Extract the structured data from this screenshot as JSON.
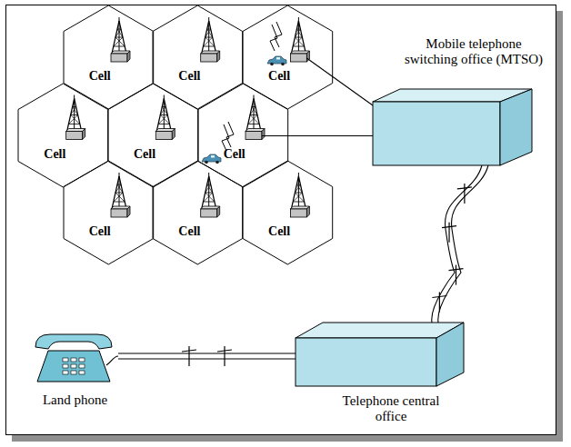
{
  "diagram": {
    "nodes": [
      {
        "text": [
          "Cell"
        ]
      },
      {
        "text": [
          "Cell"
        ]
      },
      {
        "text": [
          "Cell"
        ]
      },
      {
        "text": [
          "Cell"
        ]
      },
      {
        "text": [
          "Cell"
        ]
      },
      {
        "text": [
          "Cell"
        ]
      },
      {
        "text": [
          "Cell"
        ]
      },
      {
        "text": [
          "Cell"
        ]
      },
      {
        "text": [
          "Cell"
        ]
      },
      {
        "text": [
          "Mobile telephone switching office (MTSO)"
        ]
      },
      {
        "text": [
          "Land phone"
        ]
      },
      {
        "text": [
          "Telephone central office"
        ]
      }
    ],
    "edges": [
      {
        "from": 2,
        "to": 9,
        "arrow": "none"
      },
      {
        "from": 5,
        "to": 9,
        "arrow": "none"
      },
      {
        "from": 9,
        "to": 11,
        "arrow": "none"
      },
      {
        "from": 11,
        "to": 10,
        "arrow": "none"
      }
    ]
  }
}
